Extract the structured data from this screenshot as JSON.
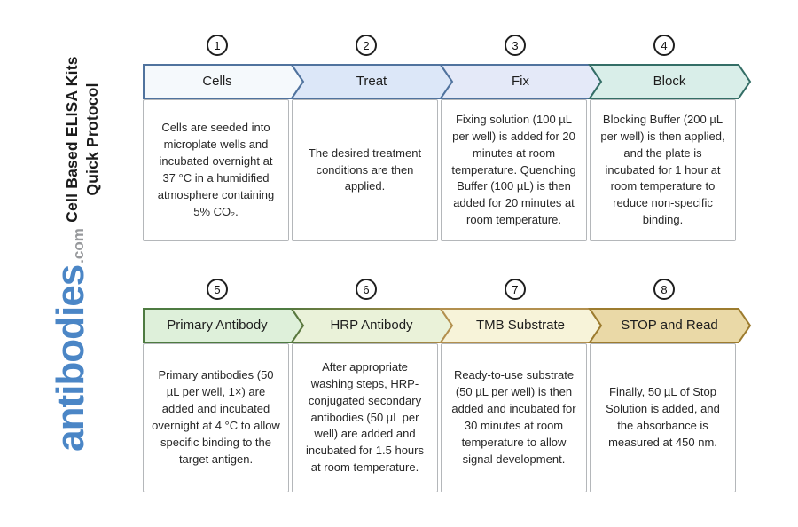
{
  "page": {
    "background": "#ffffff"
  },
  "sidebar": {
    "title_line1": "Cell Based ELISA Kits",
    "title_line2": "Quick Protocol",
    "logo_text": "antibodies",
    "logo_suffix": ".com",
    "logo_color": "#4b86c6",
    "logo_suffix_color": "#97999c"
  },
  "steps": [
    {
      "number": "1",
      "label": "Cells",
      "fill": "#f5f9fc",
      "border": "#50739e",
      "description": "Cells are seeded into microplate wells and incubated overnight at 37 °C in a humidified atmosphere containing 5% CO₂."
    },
    {
      "number": "2",
      "label": "Treat",
      "fill": "#dce7f8",
      "border": "#50739e",
      "description": "The desired treatment conditions are then applied."
    },
    {
      "number": "3",
      "label": "Fix",
      "fill": "#e4e9f8",
      "border": "#50739e",
      "description": "Fixing solution (100 µL per well) is added for 20 minutes at room temperature. Quenching Buffer (100 µL) is then added for 20 minutes at room temperature."
    },
    {
      "number": "4",
      "label": "Block",
      "fill": "#d9eee9",
      "border": "#346e66",
      "description": "Blocking Buffer (200 µL per well) is then applied, and the plate is incubated for 1 hour at room temperature to reduce non-specific binding."
    },
    {
      "number": "5",
      "label": "Primary Antibody",
      "fill": "#def0da",
      "border": "#4e7b41",
      "description": "Primary antibodies (50 µL per well, 1×) are added and incubated overnight at 4 °C to allow specific binding to the target antigen."
    },
    {
      "number": "6",
      "label": "HRP Antibody",
      "fill": "#eaf2d9",
      "border": "#57783f",
      "border_end": "#b08a45",
      "description": "After appropriate washing steps, HRP-conjugated secondary antibodies (50 µL per well) are added and incubated for 1.5 hours at room temperature."
    },
    {
      "number": "7",
      "label": "TMB Substrate",
      "fill": "#f7f3d9",
      "border": "#b3904f",
      "description": "Ready-to-use substrate (50 µL per well) is then added and incubated for 30 minutes at room temperature to allow signal development."
    },
    {
      "number": "8",
      "label": "STOP and Read",
      "fill": "#ead9a7",
      "border": "#9d7c2f",
      "description": "Finally, 50 µL of Stop Solution is added, and the absorbance is measured at 450 nm."
    }
  ]
}
